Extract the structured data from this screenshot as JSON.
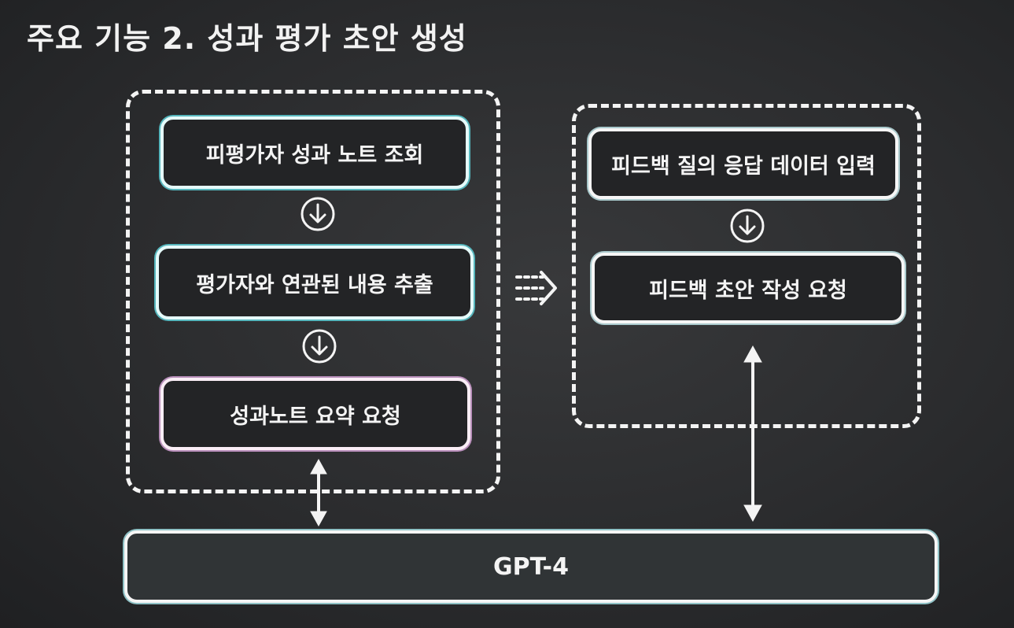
{
  "title": "주요 기능 2. 성과 평가 초안 생성",
  "left_group": {
    "steps": [
      "피평가자 성과 노트 조회",
      "평가자와 연관된 내용 추출",
      "성과노트 요약 요청"
    ]
  },
  "right_group": {
    "steps": [
      "피드백 질의 응답 데이터 입력",
      "피드백 초안 작성 요청"
    ]
  },
  "model": {
    "label": "GPT-4"
  },
  "colors": {
    "background": "#2b2c2e",
    "frame": "#f4f4f4",
    "cyan_glow": "#56b6bd",
    "pink_glow": "#b98fbb"
  }
}
